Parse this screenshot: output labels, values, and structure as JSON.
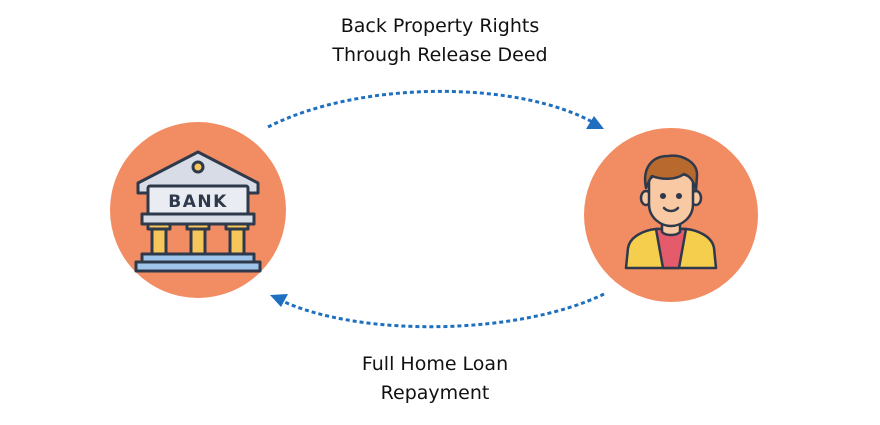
{
  "top_label": {
    "line1": "Back Property Rights",
    "line2": "Through Release Deed"
  },
  "bottom_label": {
    "line1": "Full Home Loan",
    "line2": "Repayment"
  },
  "bank": {
    "sign_text": "BANK"
  },
  "colors": {
    "circle_fill": "#F28C62",
    "arrow_blue": "#1E6FBF",
    "bank_roof": "#D7DCE6",
    "bank_outline": "#2E3A4B",
    "pillar": "#F6C65B",
    "base": "#9FC6EA",
    "skin": "#F9C9A3",
    "hair": "#B86A2E",
    "jacket": "#F5CE4E",
    "shirt": "#E45B6B"
  }
}
